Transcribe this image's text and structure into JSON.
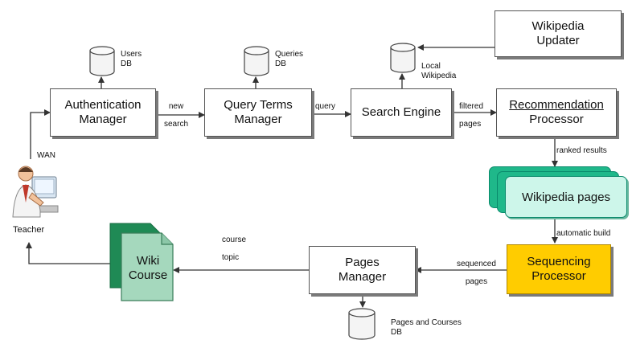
{
  "diagram": {
    "nodes": {
      "auth": {
        "line1": "Authentication",
        "line2": "Manager"
      },
      "query_terms": {
        "line1": "Query Terms",
        "line2": "Manager"
      },
      "search_engine": {
        "label": "Search Engine"
      },
      "recommendation": {
        "line1": "Recommendation",
        "line2": "Processor"
      },
      "wiki_updater": {
        "line1": "Wikipedia",
        "line2": "Updater"
      },
      "wiki_pages": {
        "label": "Wikipedia pages"
      },
      "sequencing": {
        "line1": "Sequencing",
        "line2": "Processor"
      },
      "pages_manager": {
        "line1": "Pages",
        "line2": "Manager"
      },
      "wiki_course": {
        "line1": "Wiki",
        "line2": "Course"
      },
      "teacher": {
        "label": "Teacher"
      }
    },
    "databases": {
      "users": {
        "line1": "Users",
        "line2": "DB"
      },
      "queries": {
        "line1": "Queries",
        "line2": "DB"
      },
      "local_wiki": {
        "line1": "Local",
        "line2": "Wikipedia"
      },
      "pages_courses": {
        "line1": "Pages and Courses",
        "line2": "DB"
      }
    },
    "edges": {
      "wan": "WAN",
      "new_search_1": "new",
      "new_search_2": "search",
      "query": "query",
      "filtered_1": "filtered",
      "filtered_2": "pages",
      "ranked": "ranked results",
      "auto_build": "automatic build",
      "sequenced_1": "sequenced",
      "sequenced_2": "pages",
      "course_topic_1": "course",
      "course_topic_2": "topic"
    },
    "colors": {
      "box_border": "#555555",
      "box_shadow": "#7a7a7a",
      "sequencing_fill": "#ffcc00",
      "wiki_pages_fill": "#cdf6ea",
      "wiki_pages_back": "#1fb88a",
      "wiki_course_fill": "#a5d8bd",
      "wiki_course_back": "#1f8a55"
    }
  }
}
